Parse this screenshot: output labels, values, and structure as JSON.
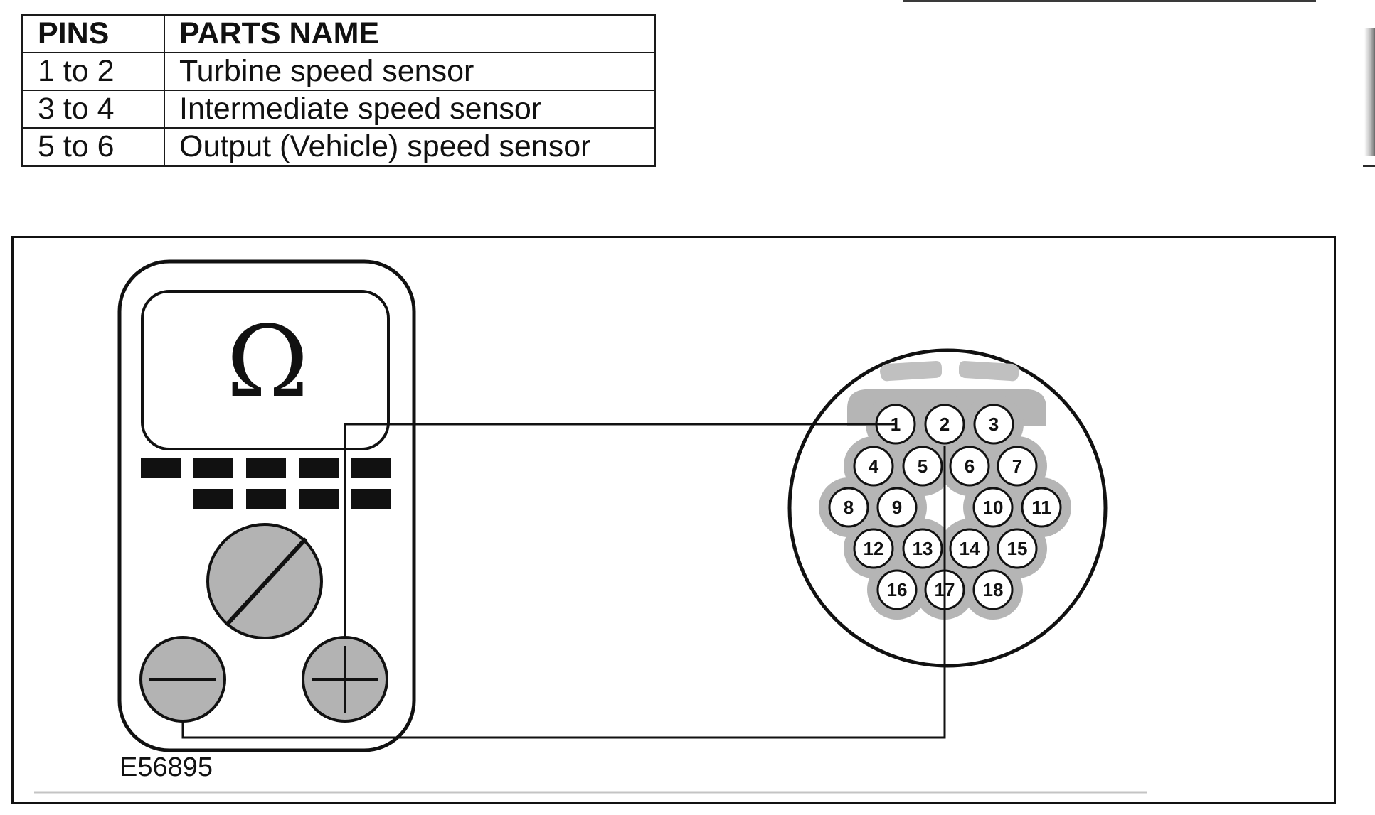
{
  "table": {
    "headers": [
      "PINS",
      "PARTS NAME"
    ],
    "rows": [
      {
        "pins": "1 to 2",
        "part": "Turbine speed sensor"
      },
      {
        "pins": "3 to 4",
        "part": "Intermediate speed sensor"
      },
      {
        "pins": "5 to 6",
        "part": "Output (Vehicle) speed sensor"
      }
    ]
  },
  "diagram": {
    "meter_symbol": "Ω",
    "figure_code": "E56895",
    "pins": [
      "1",
      "2",
      "3",
      "4",
      "5",
      "6",
      "7",
      "8",
      "9",
      "10",
      "11",
      "12",
      "13",
      "14",
      "15",
      "16",
      "17",
      "18"
    ],
    "connected_pins": [
      "1",
      "2"
    ],
    "icons": {
      "meter_negative": "minus-icon",
      "meter_positive": "plus-icon"
    },
    "colors": {
      "line": "#111111",
      "insulator": "#b5b5b5",
      "button": "#b3b3b3"
    }
  }
}
